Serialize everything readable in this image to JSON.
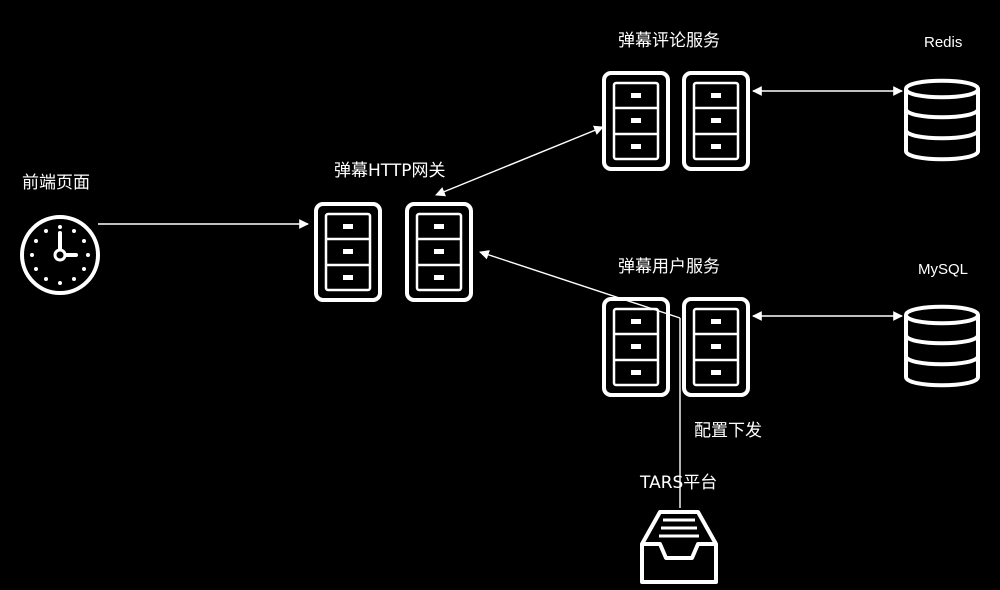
{
  "labels": {
    "frontend": "前端页面",
    "gateway": "弹幕HTTP网关",
    "comment_service": "弹幕评论服务",
    "user_service": "弹幕用户服务",
    "redis": "Redis",
    "mysql": "MySQL",
    "tars": "TARS平台",
    "config_push": "配置下发"
  },
  "colors": {
    "background": "#000000",
    "foreground": "#ffffff"
  },
  "icons": {
    "frontend": "clock-icon",
    "server": "server-rack-icon",
    "database": "database-icon",
    "tars": "inbox-tray-icon"
  }
}
